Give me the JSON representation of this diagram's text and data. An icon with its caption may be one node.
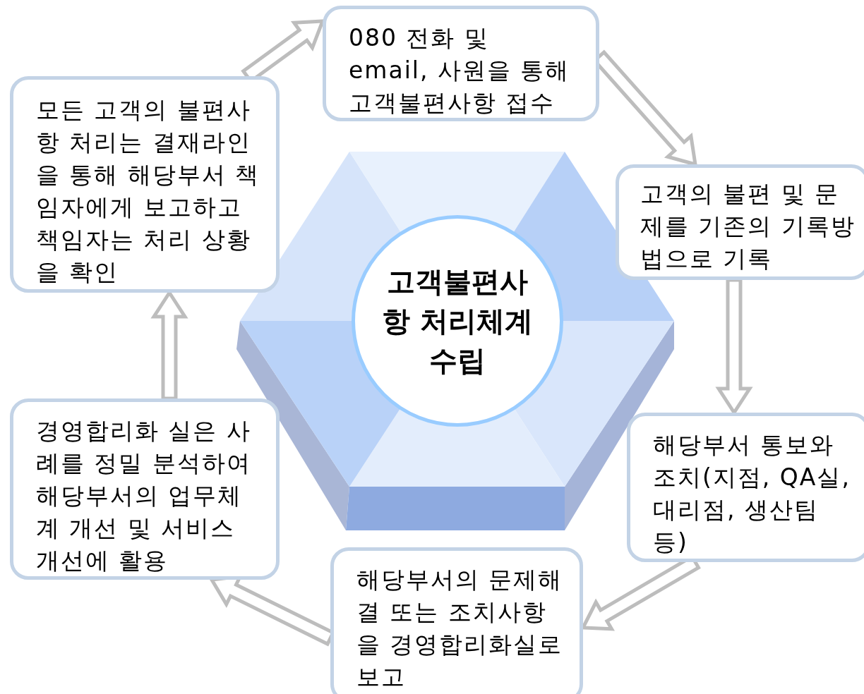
{
  "diagram": {
    "nodes": [
      {
        "text": [
          "고객불편사항 처리체계 수립"
        ]
      },
      {
        "text": [
          "080 전화 및 email, 사원을 통해 고객불편사항 접수"
        ]
      },
      {
        "text": [
          "고객의 불편 및 문제를 기존의 기록방법으로 기록"
        ]
      },
      {
        "text": [
          "해당부서 통보와 조치(지점, QA실, 대리점, 생산팀 등)"
        ]
      },
      {
        "text": [
          "해당부서의 문제해결 또는 조치사항을 경영합리화실로 보고"
        ]
      },
      {
        "text": [
          "경영합리화 실은 사례를 정밀 분석하여 해당부서의 업무체계 개선 및 서비스 개선에 활용"
        ]
      },
      {
        "text": [
          "모든 고객의 불편사항 처리는 결재라인을 통해 해당부서 책임자에게 보고하고 책임자는 처리 상황을 확인"
        ]
      }
    ],
    "edges": [
      {
        "from": 6,
        "to": 1,
        "arrow": "to"
      },
      {
        "from": 1,
        "to": 2,
        "arrow": "to"
      },
      {
        "from": 2,
        "to": 3,
        "arrow": "to"
      },
      {
        "from": 3,
        "to": 4,
        "arrow": "to"
      },
      {
        "from": 4,
        "to": 5,
        "arrow": "to"
      },
      {
        "from": 5,
        "to": 6,
        "arrow": "to"
      }
    ]
  }
}
